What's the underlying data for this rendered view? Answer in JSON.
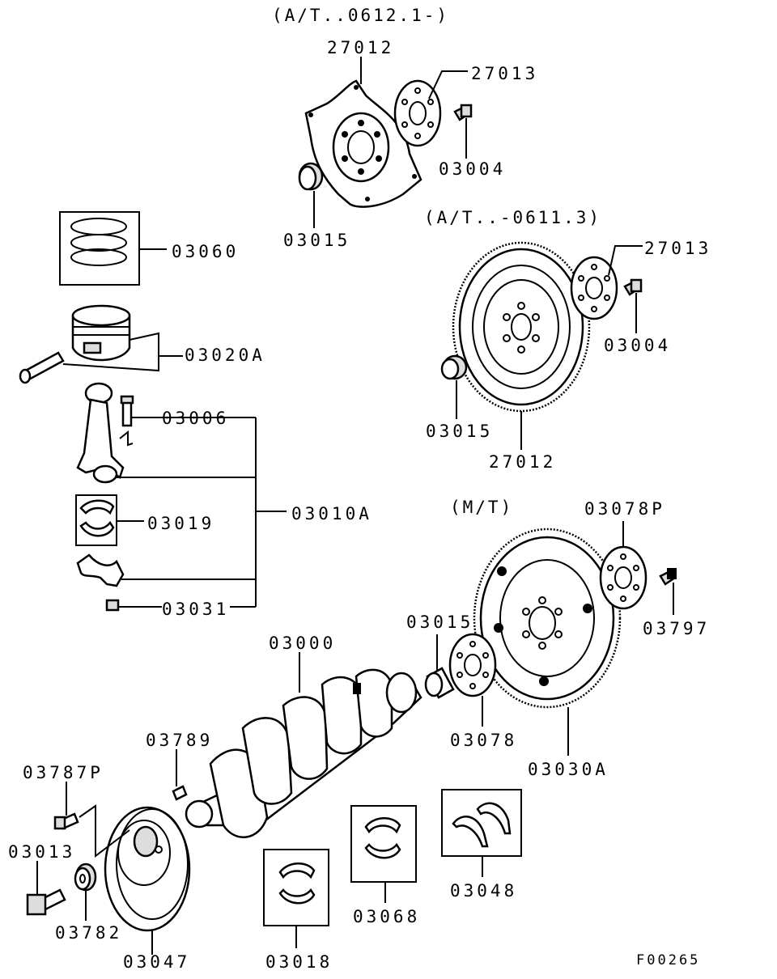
{
  "headers": {
    "at_after": "(A/T..0612.1-)",
    "at_before": "(A/T..-0611.3)",
    "mt": "(M/T)"
  },
  "parts": {
    "p27012_top": "27012",
    "p27013_top": "27013",
    "p03004_top": "03004",
    "p03015_top": "03015",
    "p03060": "03060",
    "p03020A": "03020A",
    "p03006": "03006",
    "p03010A": "03010A",
    "p03019": "03019",
    "p03031": "03031",
    "p27013_mid": "27013",
    "p03004_mid": "03004",
    "p03015_mid": "03015",
    "p27012_mid": "27012",
    "p03078P": "03078P",
    "p03797": "03797",
    "p03015_low": "03015",
    "p03000": "03000",
    "p03078": "03078",
    "p03030A": "03030A",
    "p03789": "03789",
    "p03787P": "03787P",
    "p03013": "03013",
    "p03782": "03782",
    "p03047": "03047",
    "p03018": "03018",
    "p03068": "03068",
    "p03048": "03048"
  },
  "figure_code": "F00265"
}
